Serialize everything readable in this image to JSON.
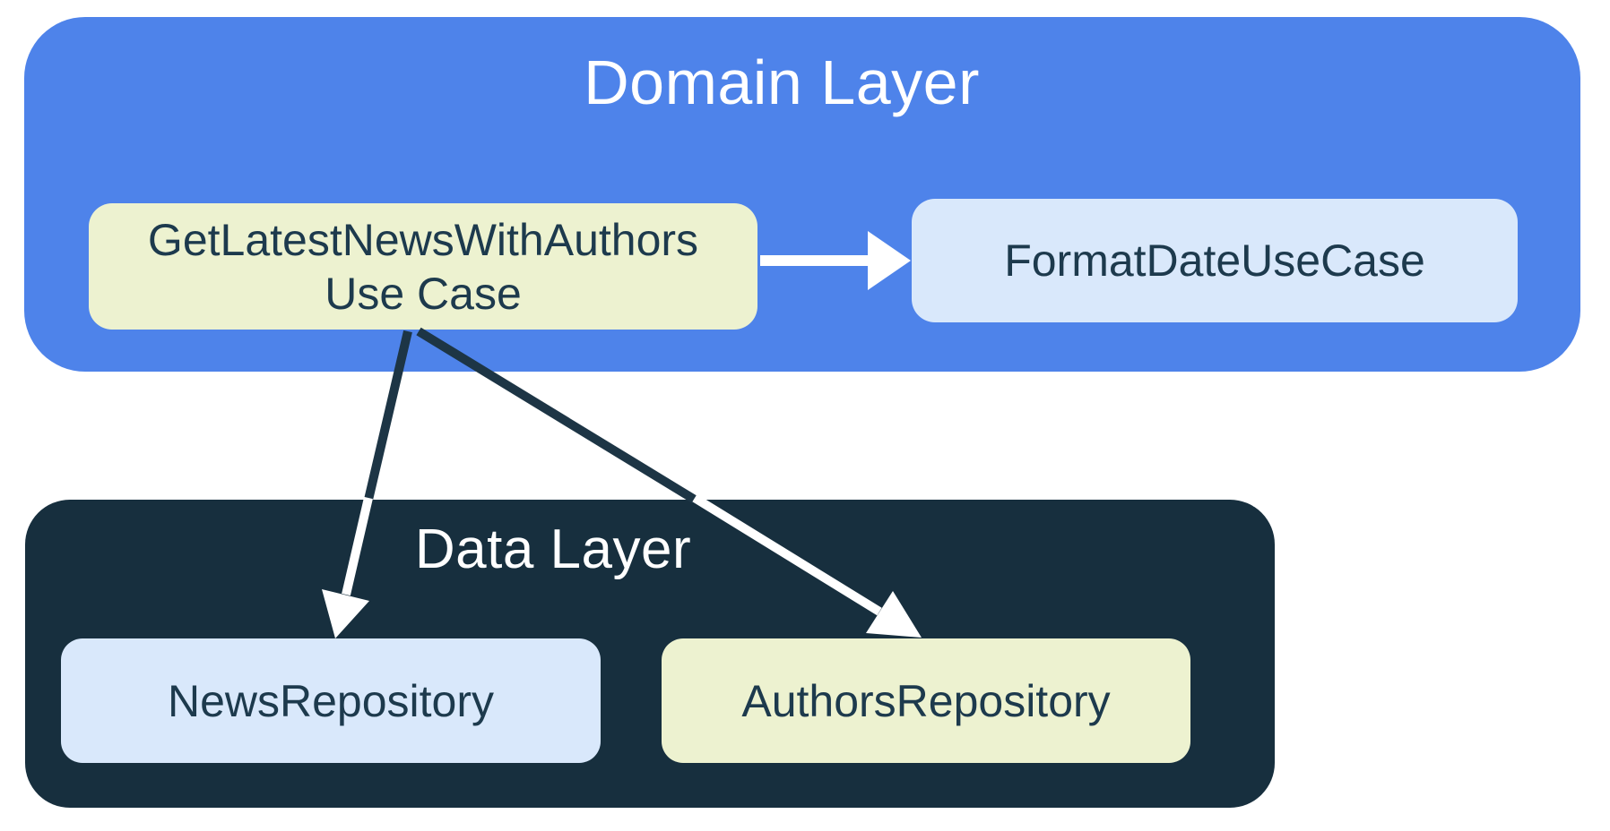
{
  "colors": {
    "domain_bg": "#4e83ea",
    "data_bg": "#172f3e",
    "node_green": "#edf2d0",
    "node_blue": "#d9e8fb",
    "text_dark": "#1d3a4d",
    "title_light": "#ffffff",
    "arrow_dark": "#1d3545",
    "arrow_light": "#ffffff"
  },
  "domain_layer": {
    "title": "Domain Layer",
    "nodes": {
      "use_case": {
        "label_line1": "GetLatestNewsWithAuthors",
        "label_line2": "Use Case"
      },
      "format_date": {
        "label": "FormatDateUseCase"
      }
    }
  },
  "data_layer": {
    "title": "Data Layer",
    "nodes": {
      "news_repo": {
        "label": "NewsRepository"
      },
      "authors_repo": {
        "label": "AuthorsRepository"
      }
    }
  }
}
